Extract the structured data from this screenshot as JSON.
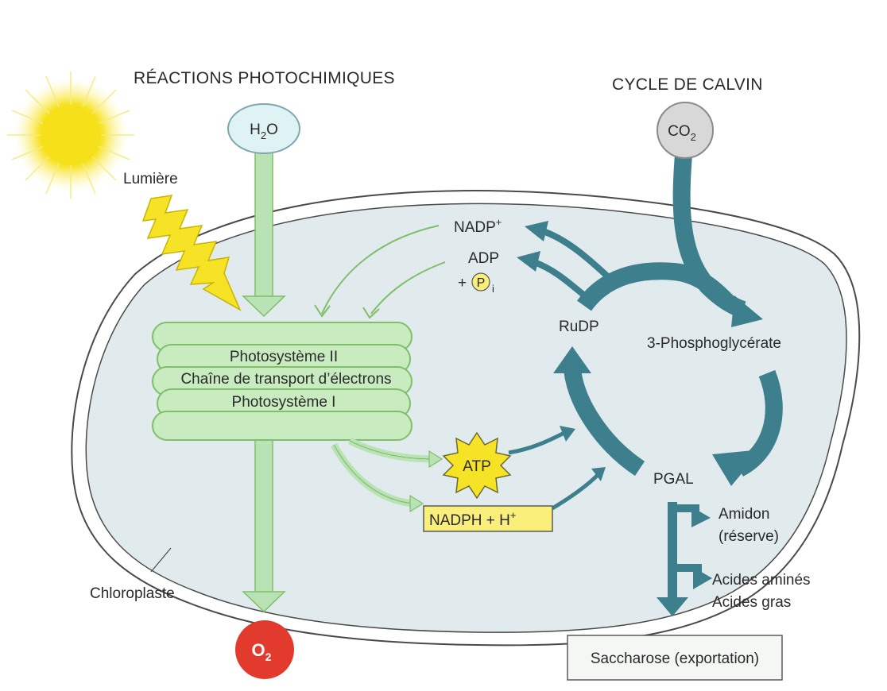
{
  "headers": {
    "light": "RÉACTIONS PHOTOCHIMIQUES",
    "calvin": "CYCLE DE CALVIN"
  },
  "inputs": {
    "water_main": "H",
    "water_sub": "2",
    "water_tail": "O",
    "co2_main": "CO",
    "co2_sub": "2",
    "oxygen_main": "O",
    "oxygen_sub": "2"
  },
  "labels": {
    "light": "Lumière",
    "chloroplast": "Chloroplaste",
    "nadp_main": "NADP",
    "nadp_sup": "+",
    "adp": "ADP",
    "plus": "+",
    "pi_main": "P",
    "pi_sub": "i",
    "rudp": "RuDP",
    "pga": "3-Phosphoglycérate",
    "pgal": "PGAL",
    "atp": "ATP",
    "nadph_main": "NADPH + H",
    "nadph_sup": "+",
    "starch_1": "Amidon",
    "starch_2": "(réserve)",
    "amino_1": "Acides aminés",
    "amino_2": "Acides gras",
    "sucrose": "Saccharose (exportation)"
  },
  "thylakoid": {
    "line1": "Photosystème II",
    "line2": "Chaîne de transport d’électrons",
    "line3": "Photosystème I"
  },
  "colors": {
    "sun": "#f7e326",
    "green_fill": "#c8ecc0",
    "green_stroke": "#7fbf6a",
    "teal": "#3e7f8e",
    "chloroplast_fill": "#e1eaec",
    "oxygen": "#e23b2d",
    "co2": "#d8d8d8",
    "water": "#dff3f5",
    "yellow_box": "#f9ef7a"
  }
}
